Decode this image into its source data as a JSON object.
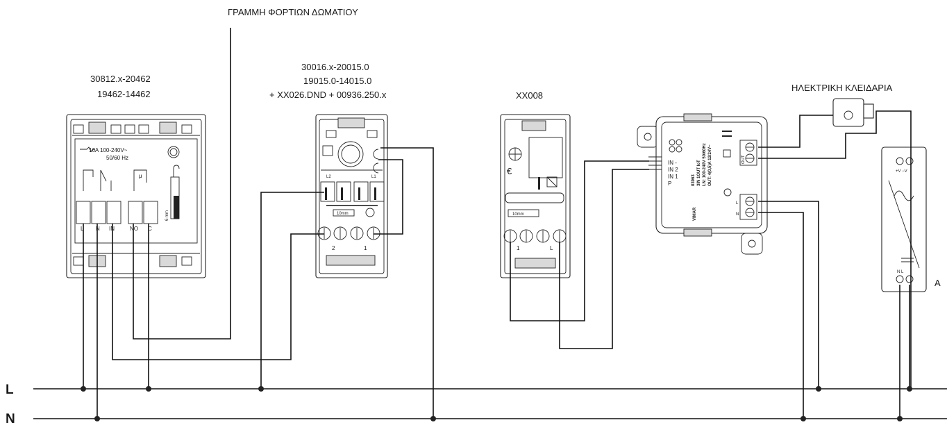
{
  "labels": {
    "room_load_line": "ΓΡΑΜΜΗ ΦΟΡΤΙΩΝ ΔΩΜΑΤΙΟΥ",
    "electric_lock": "ΗΛΕΚΤΡΙΚΗ ΚΛΕΙΔΑΡΙΑ",
    "psu_letter": "A"
  },
  "bus": {
    "line_l": "L",
    "line_n": "N"
  },
  "device1": {
    "code_line1": "30812.x-20462",
    "code_line2": "19462-14462",
    "rating_line1": "16A  100-240V~",
    "rating_line2": "50/60  Hz",
    "mu_symbol": "μ",
    "strip_length": "6 mm",
    "terminals": [
      "L",
      "N",
      "IN",
      "NO",
      "C"
    ]
  },
  "device2": {
    "code_line1": "30016.x-20015.0",
    "code_line2": "19015.0-14015.0",
    "code_line3": "+ XX026.DND + 00936.250.x",
    "strip_label": "10mm",
    "top_terminal_labels": [
      "L2",
      "L1"
    ],
    "bottom_terminal_labels": [
      "2",
      "1"
    ]
  },
  "device3": {
    "code": "XX008",
    "strip_label": "10mm",
    "terminal_labels": [
      "1",
      "L"
    ]
  },
  "device4": {
    "brand": "VIMAR",
    "model": "03963",
    "spec1": "3IN 1OUT IoT",
    "spec2": "LN: 100-240V 50/60Hz",
    "spec3": "OUT: 4(0,5)A 12/24V~",
    "inputs": [
      "IN -",
      "IN 2",
      "IN 1",
      "P"
    ],
    "out_label": "OUT",
    "power_labels": [
      "N",
      "L"
    ]
  },
  "psu": {
    "top_labels": "+V  −V",
    "bottom_labels": "N  L"
  }
}
